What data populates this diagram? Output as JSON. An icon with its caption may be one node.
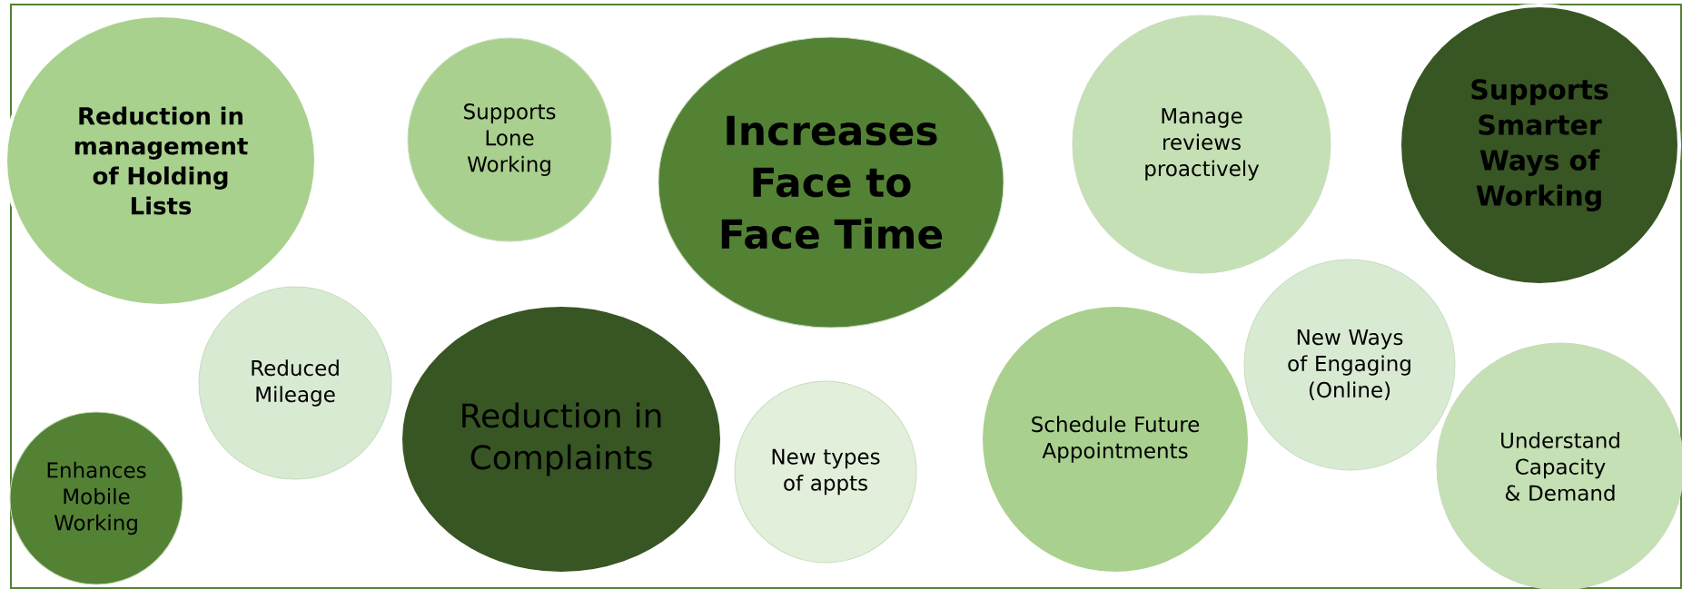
{
  "diagram": {
    "nodes": [
      {
        "text": [
          "Reduction in management of Holding Lists"
        ]
      },
      {
        "text": [
          "Supports Lone Working"
        ]
      },
      {
        "text": [
          "Increases Face to Face Time"
        ]
      },
      {
        "text": [
          "Manage reviews proactively"
        ]
      },
      {
        "text": [
          "Supports Smarter Ways of Working"
        ]
      },
      {
        "text": [
          "Reduced Mileage"
        ]
      },
      {
        "text": [
          "Enhances Mobile Working"
        ]
      },
      {
        "text": [
          "Reduction in Complaints"
        ]
      },
      {
        "text": [
          "New types of appts"
        ]
      },
      {
        "text": [
          "Schedule Future Appointments"
        ]
      },
      {
        "text": [
          "New Ways of Engaging (Online)"
        ]
      },
      {
        "text": [
          "Understand Capacity & Demand"
        ]
      }
    ]
  }
}
